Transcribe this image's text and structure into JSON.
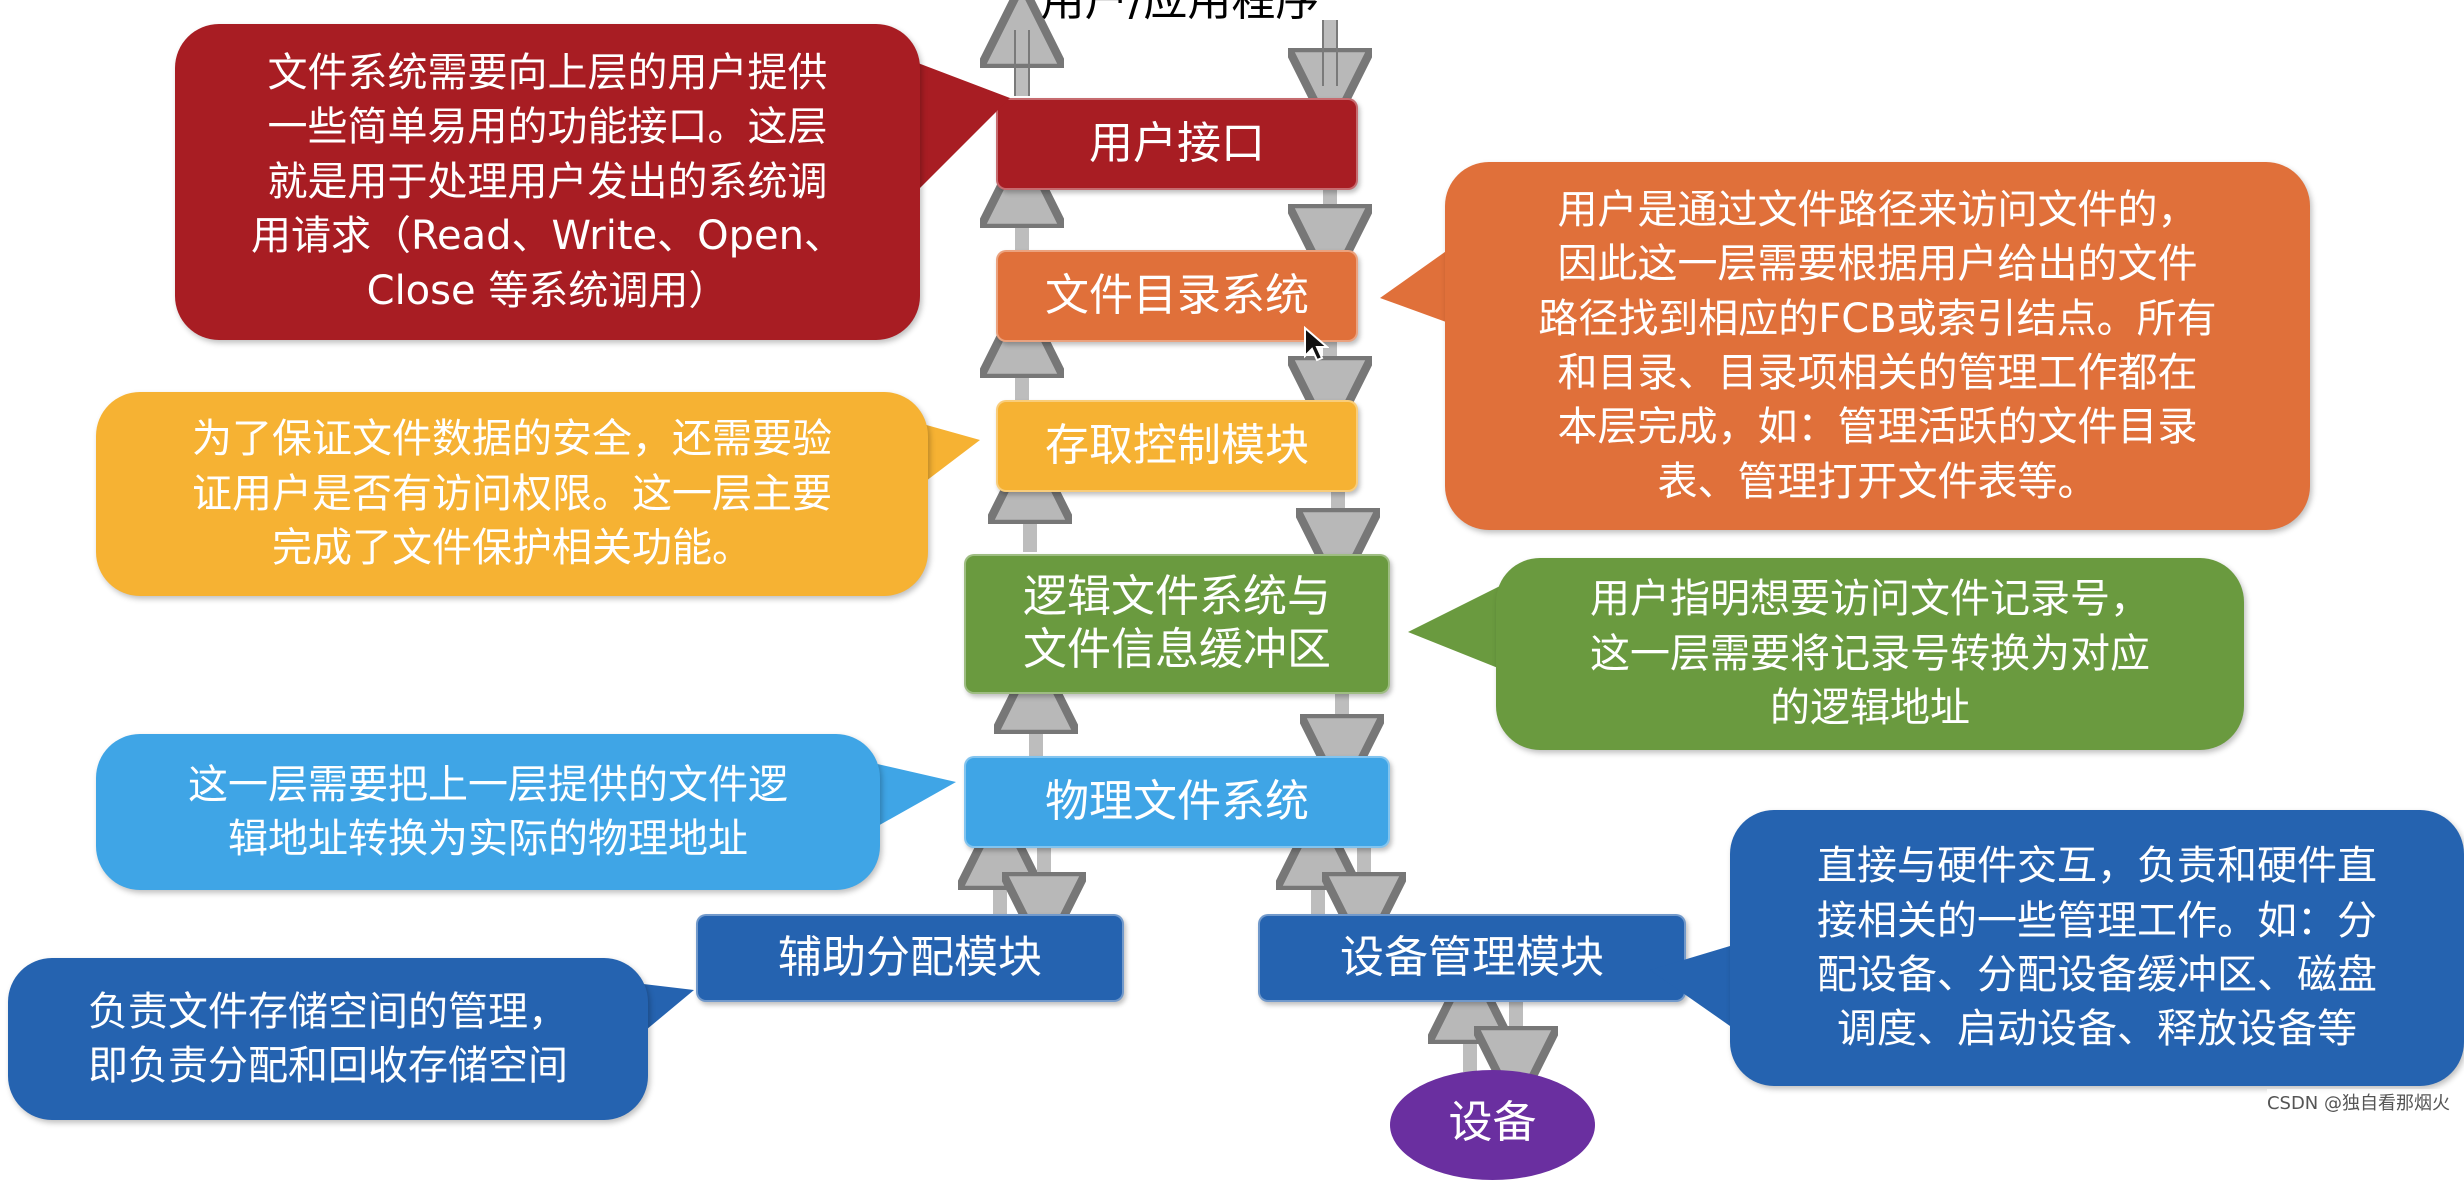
{
  "top_label": "用户/应用程序",
  "layers": {
    "user_interface": "用户接口",
    "directory_system": "文件目录系统",
    "access_control": "存取控制模块",
    "logical_fs": "逻辑文件系统与\n文件信息缓冲区",
    "physical_fs": "物理文件系统",
    "allocation": "辅助分配模块",
    "device_mgmt": "设备管理模块",
    "device": "设备"
  },
  "notes": {
    "user_interface": "文件系统需要向上层的用户提供\n一些简单易用的功能接口。这层\n就是用于处理用户发出的系统调\n用请求（Read、Write、Open、\nClose 等系统调用）",
    "directory_system": "用户是通过文件路径来访问文件的，\n因此这一层需要根据用户给出的文件\n路径找到相应的FCB或索引结点。所有\n和目录、目录项相关的管理工作都在\n本层完成，如：管理活跃的文件目录\n表、管理打开文件表等。",
    "access_control": "为了保证文件数据的安全，还需要验\n证用户是否有访问权限。这一层主要\n完成了文件保护相关功能。",
    "logical_fs": "用户指明想要访问文件记录号，\n这一层需要将记录号转换为对应\n的逻辑地址",
    "physical_fs": "这一层需要把上一层提供的文件逻\n辑地址转换为实际的物理地址",
    "allocation": "负责文件存储空间的管理，\n即负责分配和回收存储空间",
    "device_mgmt": "直接与硬件交互，负责和硬件直\n接相关的一些管理工作。如：分\n配设备、分配设备缓冲区、磁盘\n调度、启动设备、释放设备等"
  },
  "colors": {
    "red": "#a81d23",
    "orange": "#e0703a",
    "yellow": "#f6b233",
    "green": "#6a9a3f",
    "light_blue": "#3fa5e6",
    "dark_blue": "#2563b0",
    "purple": "#6a2fa0",
    "arrow": "#bdbdbd"
  },
  "watermark": "CSDN @独自看那烟火"
}
